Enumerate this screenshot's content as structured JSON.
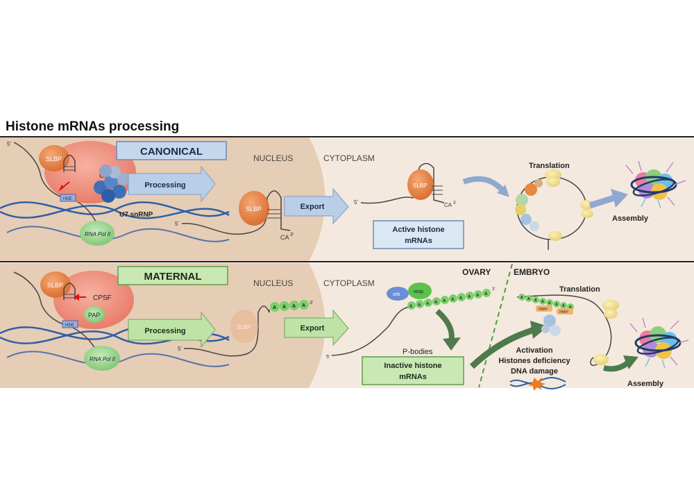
{
  "title": "Histone mRNAs processing",
  "colors": {
    "nucleus": "#e6cdb5",
    "cytoplasm": "#f4e9de",
    "cpsf": "#ec8b77",
    "slbp": "#e07a3e",
    "pol": "#8fcf86",
    "u7": "#3f6fb8",
    "blue_arrow": "#b9cfe8",
    "green_arrow": "#bfe3a6",
    "dark_green_arrow": "#4e7a4c",
    "dna": "#2e5fa6"
  },
  "canonical": {
    "box_label": "CANONICAL",
    "nucleus_label": "NUCLEUS",
    "cytoplasm_label": "CYTOPLASM",
    "slbp": "SLBP",
    "cpsf": "CPSF",
    "hde": "HDE",
    "u7": "U7 snRNP",
    "pol": "RNA Pol II",
    "processing": "Processing",
    "export": "Export",
    "five_prime": "5'",
    "ca": "CA",
    "three_prime": "3'",
    "active_line1": "Active histone",
    "active_line2": "mRNAs",
    "translation": "Translation",
    "assembly": "Assembly"
  },
  "maternal": {
    "box_label": "MATERNAL",
    "nucleus_label": "NUCLEUS",
    "cytoplasm_label": "CYTOPLASM",
    "ovary": "OVARY",
    "embryo": "EMBRYO",
    "slbp": "SLBP",
    "cpsf": "CPSF",
    "pap": "PAP",
    "hde": "HDE",
    "pol": "RNA Pol II",
    "processing": "Processing",
    "export": "Export",
    "five_prime": "5'",
    "three_prime": "3'",
    "a": "A",
    "orb": "orb",
    "wisp": "wisp",
    "pabp": "PABP",
    "pbodies": "P-bodies",
    "inactive_line1": "Inactive histone",
    "inactive_line2": "mRNAs",
    "activation": "Activation",
    "deficiency": "Histones deficiency",
    "dna_damage": "DNA damage",
    "translation": "Translation",
    "assembly": "Assembly"
  }
}
